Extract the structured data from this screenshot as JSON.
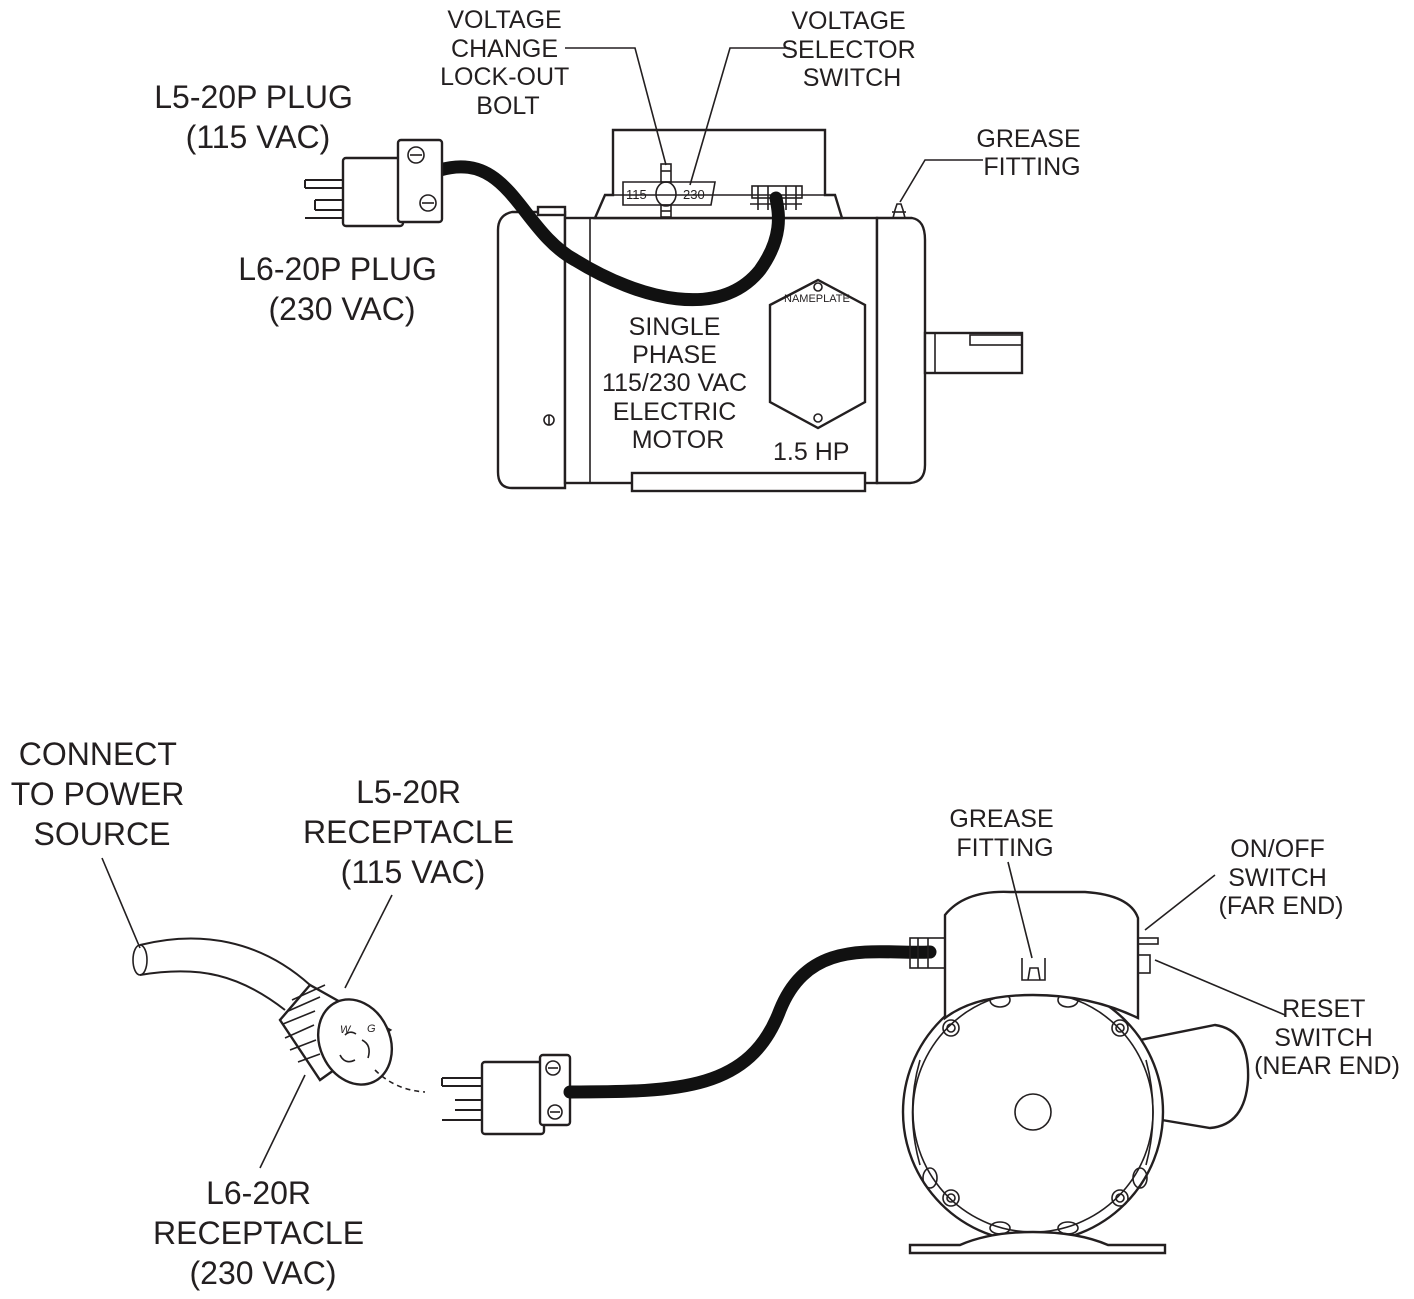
{
  "top_diagram": {
    "plug_115": [
      "L5-20P PLUG",
      "(115 VAC)"
    ],
    "plug_230": [
      "L6-20P PLUG",
      "(230 VAC)"
    ],
    "lockout_bolt": [
      "VOLTAGE",
      "CHANGE",
      "LOCK-OUT",
      "BOLT"
    ],
    "selector_switch": [
      "VOLTAGE",
      "SELECTOR",
      "SWITCH"
    ],
    "grease_fitting": [
      "GREASE",
      "FITTING"
    ],
    "switch_115": "115",
    "switch_230": "230",
    "motor_desc": [
      "SINGLE",
      "PHASE",
      "115/230 VAC",
      "ELECTRIC",
      "MOTOR"
    ],
    "nameplate": "NAMEPLATE",
    "horsepower": "1.5 HP"
  },
  "bottom_diagram": {
    "power_source": [
      "CONNECT",
      "TO POWER",
      "SOURCE"
    ],
    "receptacle_115": [
      "L5-20R",
      "RECEPTACLE",
      "(115 VAC)"
    ],
    "receptacle_230": [
      "L6-20R",
      "RECEPTACLE",
      "(230 VAC)"
    ],
    "grease_fitting": [
      "GREASE",
      "FITTING"
    ],
    "onoff_switch": [
      "ON/OFF",
      "SWITCH",
      "(FAR END)"
    ],
    "reset_switch": [
      "RESET",
      "SWITCH",
      "(NEAR END)"
    ],
    "terminal_w": "W",
    "terminal_g": "G"
  }
}
